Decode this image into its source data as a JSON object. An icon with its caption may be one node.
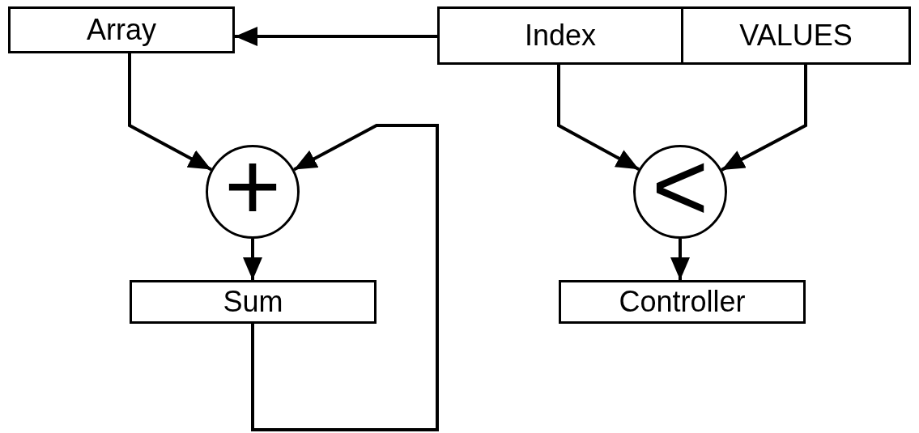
{
  "diagram": {
    "nodes": [
      {
        "text": [
          "Array"
        ]
      },
      {
        "text": [
          "Index"
        ]
      },
      {
        "text": [
          "VALUES"
        ]
      },
      {
        "text": [
          "+"
        ]
      },
      {
        "text": [
          "<"
        ]
      },
      {
        "text": [
          "Sum"
        ]
      },
      {
        "text": [
          "Controller"
        ]
      }
    ],
    "edges": [
      {
        "from": 1,
        "to": 0,
        "arrow": "to"
      },
      {
        "from": 0,
        "to": 3,
        "arrow": "to"
      },
      {
        "from": 5,
        "to": 3,
        "arrow": "to"
      },
      {
        "from": 3,
        "to": 5,
        "arrow": "to"
      },
      {
        "from": 1,
        "to": 4,
        "arrow": "to"
      },
      {
        "from": 2,
        "to": 4,
        "arrow": "to"
      },
      {
        "from": 4,
        "to": 6,
        "arrow": "to"
      }
    ]
  }
}
